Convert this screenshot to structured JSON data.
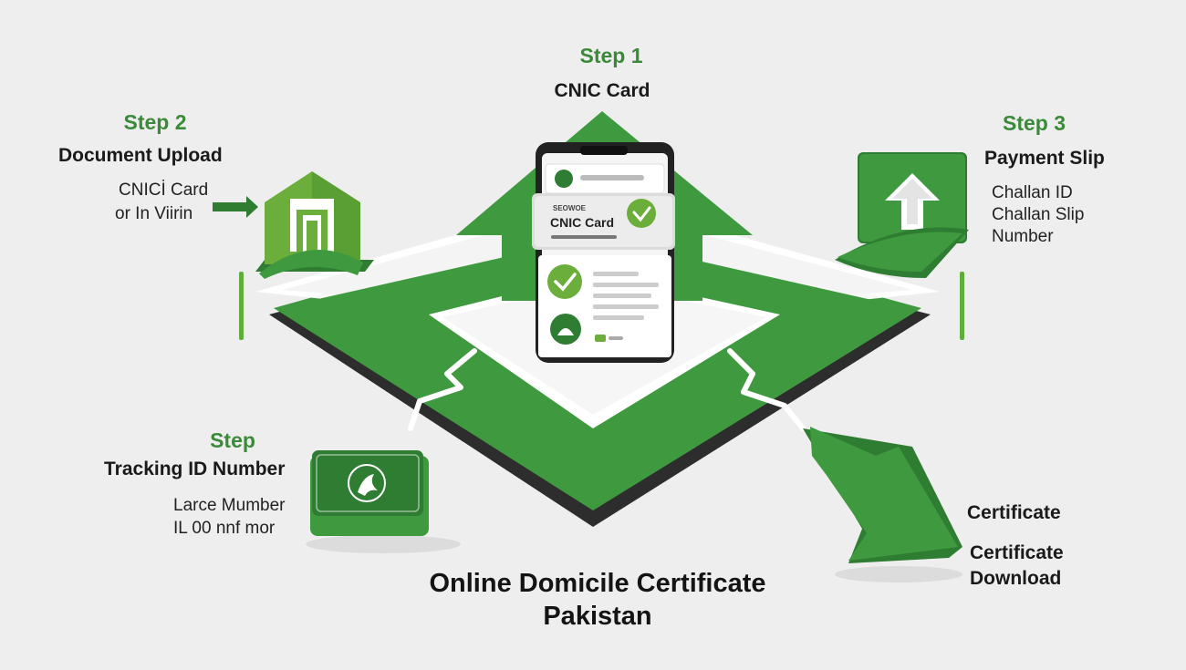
{
  "title": {
    "line1": "Online Domicile Certificate",
    "line2": "Pakistan"
  },
  "step1": {
    "step": "Step 1",
    "heading": "CNIC Card"
  },
  "step2": {
    "step": "Step 2",
    "heading": "Document Upload",
    "line1": "CNICİ Card",
    "line2": "or In Viirin"
  },
  "step3": {
    "step": "Step 3",
    "heading": "Payment Slip",
    "line1": "Challan  ID",
    "line2": "Challan Slip",
    "line3": "Number"
  },
  "step4": {
    "step": "Step",
    "heading": "Tracking ID Number",
    "line1": "Larce Mumber",
    "line2": "IL 00 nnf mor"
  },
  "step5": {
    "heading": "Certificate",
    "line1": "Certificate",
    "line2": "Download"
  },
  "phone": {
    "card_caption": "SEOWOE",
    "card_title": "CNIC Card"
  },
  "colors": {
    "green": "#3f9a3f",
    "dark_green": "#2e7d32",
    "light_green": "#5fae3c",
    "background": "#eeeeee"
  }
}
